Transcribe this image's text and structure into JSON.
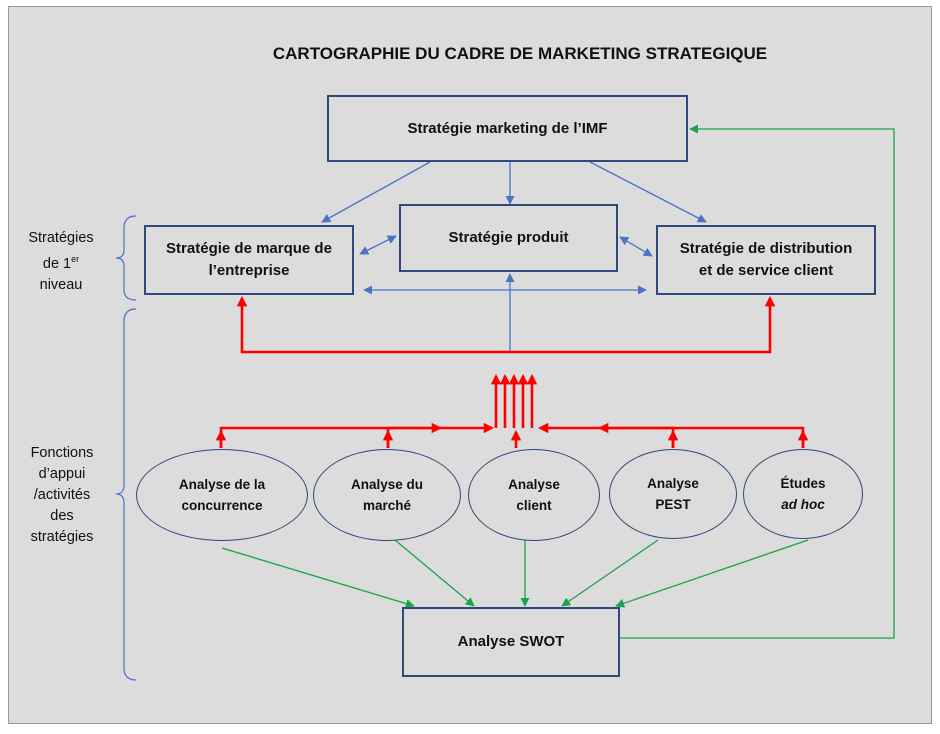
{
  "title": "CARTOGRAPHIE DU CADRE DE MARKETING STRATEGIQUE",
  "top_box": "Stratégie marketing de l’IMF",
  "level1_label": {
    "line1": "Stratégies",
    "line2_prefix": "de 1",
    "line2_sup": "er",
    "line3": "niveau"
  },
  "level1_boxes": {
    "brand": {
      "line1": "Stratégie de marque de",
      "line2": "l’entreprise"
    },
    "product": "Stratégie produit",
    "distribution": {
      "line1": "Stratégie de distribution",
      "line2": "et de service client"
    }
  },
  "support_label": [
    "Fonctions",
    "d’appui",
    "/activités",
    "des",
    "stratégies"
  ],
  "analyses": [
    {
      "line1": "Analyse de la",
      "line2": "concurrence"
    },
    {
      "line1": "Analyse du",
      "line2": "marché"
    },
    {
      "line1": "Analyse",
      "line2": "client"
    },
    {
      "line1": "Analyse",
      "line2": "PEST"
    },
    {
      "line1": "Études",
      "line2": "ad hoc"
    }
  ],
  "swot_box": "Analyse SWOT",
  "colors": {
    "box_border": "#2f4a7a",
    "blue_arrow": "#4a73c4",
    "red_arrow": "#ff0000",
    "green_arrow": "#1aa34a",
    "background": "#dcdcdc"
  }
}
